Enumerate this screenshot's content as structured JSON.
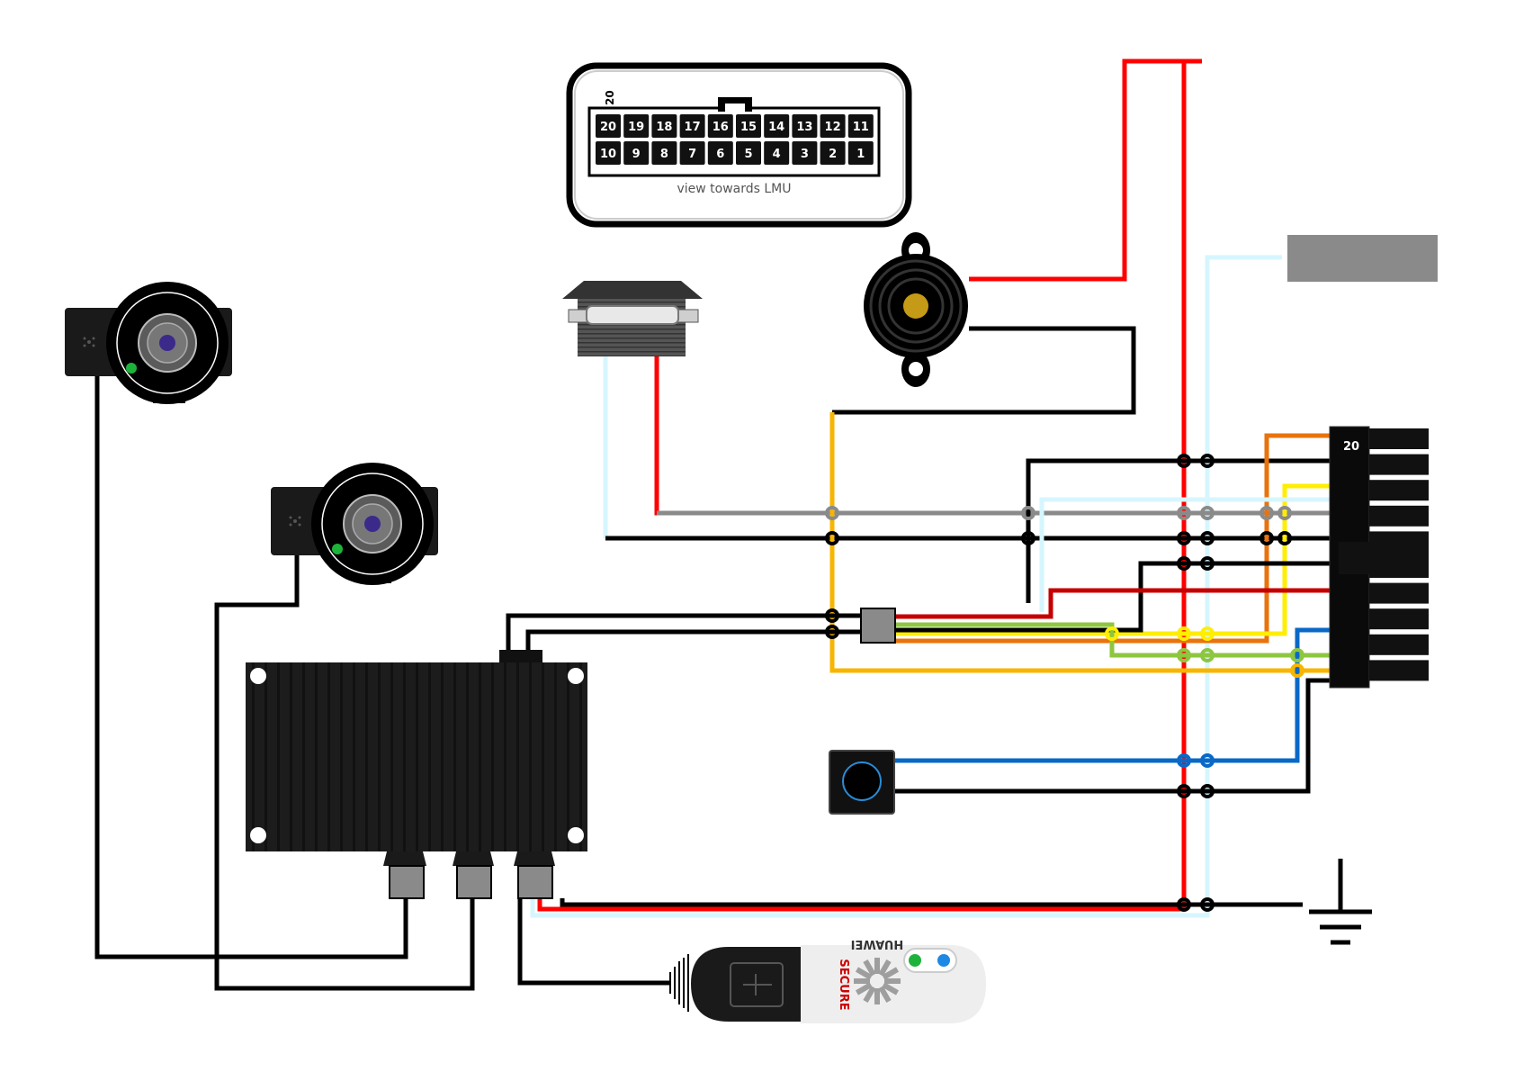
{
  "connector": {
    "top_pin_label": "20",
    "top_row": [
      "20",
      "19",
      "18",
      "17",
      "16",
      "15",
      "14",
      "13",
      "12",
      "11"
    ],
    "bottom_row": [
      "10",
      "9",
      "8",
      "7",
      "6",
      "5",
      "4",
      "3",
      "2",
      "1"
    ],
    "caption": "view towards LMU"
  },
  "side_connector": {
    "pin_label": "20"
  },
  "usb_dongle": {
    "secure_text": "SECURE",
    "brand_text": "HUAWEI",
    "led_colors": [
      "#1db33a",
      "#1e88e5"
    ]
  },
  "colors": {
    "red": "#ff0000",
    "dark_red": "#c40000",
    "black": "#000000",
    "light_blue": "#d6f6ff",
    "gray": "#8a8a8a",
    "orange": "#e9730c",
    "yellow": "#ffee00",
    "amber": "#f7b500",
    "green": "#8dc63f",
    "blue": "#0a68c7"
  }
}
